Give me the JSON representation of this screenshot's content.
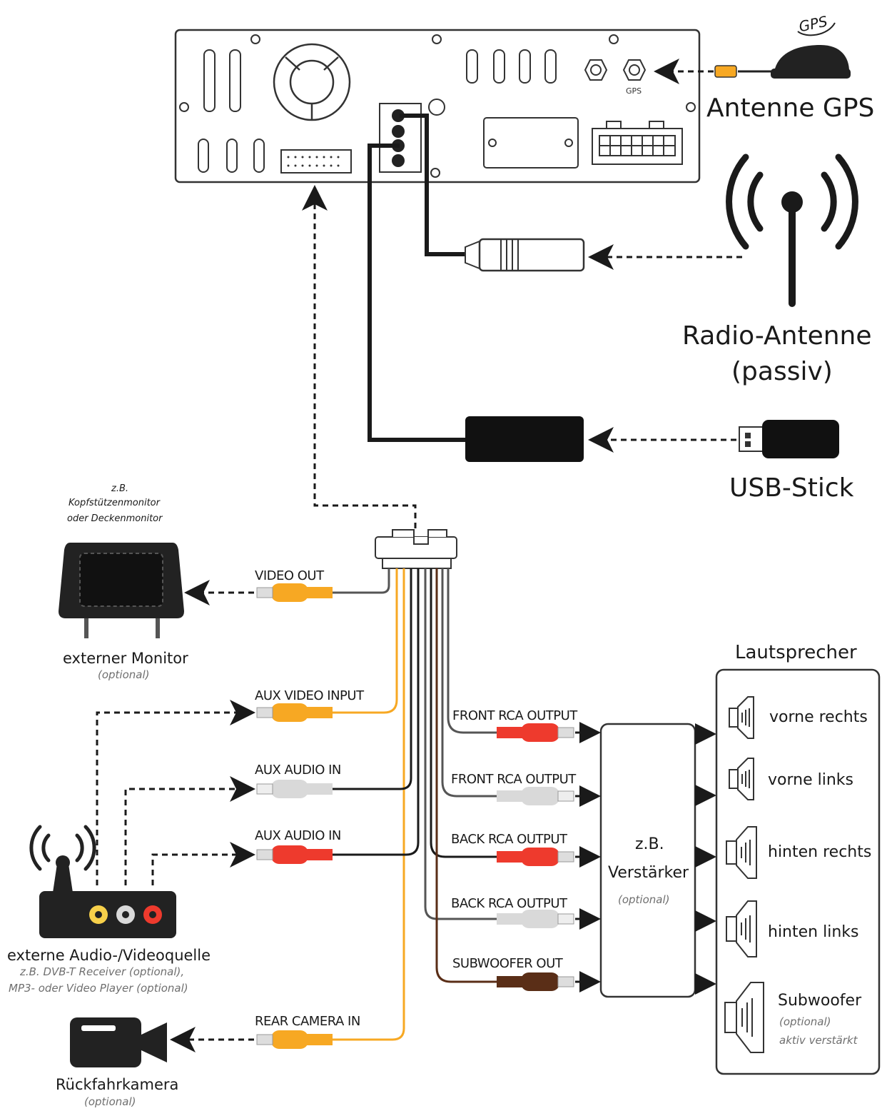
{
  "top": {
    "gps_logo": "GPS",
    "gps_port_label": "GPS",
    "antenna_gps": "Antenne GPS",
    "radio_antenna_line1": "Radio-Antenne",
    "radio_antenna_line2": "(passiv)",
    "usb_stick": "USB-Stick"
  },
  "monitor": {
    "note_line1": "z.B.",
    "note_line2": "Kopfstützenmonitor",
    "note_line3": "oder Deckenmonitor",
    "title": "externer Monitor",
    "optional": "(optional)"
  },
  "plugs": {
    "video_out": "VIDEO OUT",
    "aux_video_input": "AUX VIDEO INPUT",
    "aux_audio_in_1": "AUX AUDIO IN",
    "aux_audio_in_2": "AUX AUDIO IN",
    "rear_camera_in": "REAR CAMERA IN",
    "front_rca_1": "FRONT RCA OUTPUT",
    "front_rca_2": "FRONT RCA OUTPUT",
    "back_rca_1": "BACK RCA OUTPUT",
    "back_rca_2": "BACK RCA OUTPUT",
    "subwoofer_out": "SUBWOOFER OUT"
  },
  "source": {
    "title": "externe Audio-/Videoquelle",
    "sub1": "z.B. DVB-T Receiver (optional),",
    "sub2": "MP3- oder Video Player (optional)"
  },
  "camera": {
    "title": "Rückfahrkamera",
    "optional": "(optional)"
  },
  "amplifier": {
    "line1": "z.B.",
    "line2": "Verstärker",
    "optional": "(optional)"
  },
  "speakers": {
    "title": "Lautsprecher",
    "items": [
      "vorne rechts",
      "vorne links",
      "hinten rechts",
      "hinten links",
      "Subwoofer"
    ],
    "sub_optional": "(optional)",
    "sub_note": "aktiv verstärkt"
  },
  "colors": {
    "yellow": "#f7a823",
    "red": "#ee3a2d",
    "white": "#d9d9d9",
    "brown": "#5a2e17",
    "dark": "#222222"
  }
}
